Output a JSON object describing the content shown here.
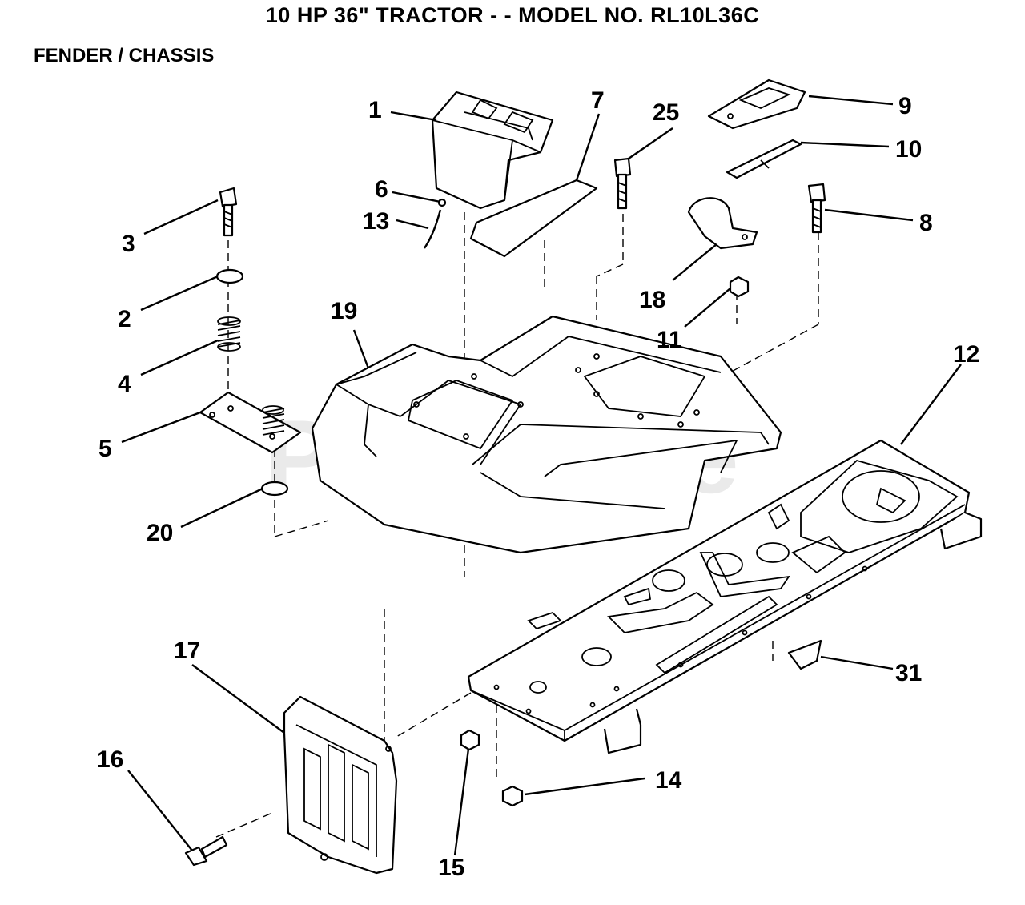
{
  "title": "10 HP 36\" TRACTOR - - MODEL NO. RL10L36C",
  "subtitle": "FENDER / CHASSIS",
  "watermark": "PartsTree",
  "callouts": {
    "c1": "1",
    "c2": "2",
    "c3": "3",
    "c4": "4",
    "c5": "5",
    "c6": "6",
    "c7": "7",
    "c8": "8",
    "c9": "9",
    "c10": "10",
    "c11": "11",
    "c12": "12",
    "c13": "13",
    "c14": "14",
    "c15": "15",
    "c16": "16",
    "c17": "17",
    "c18": "18",
    "c19": "19",
    "c20": "20",
    "c25": "25",
    "c31": "31"
  }
}
